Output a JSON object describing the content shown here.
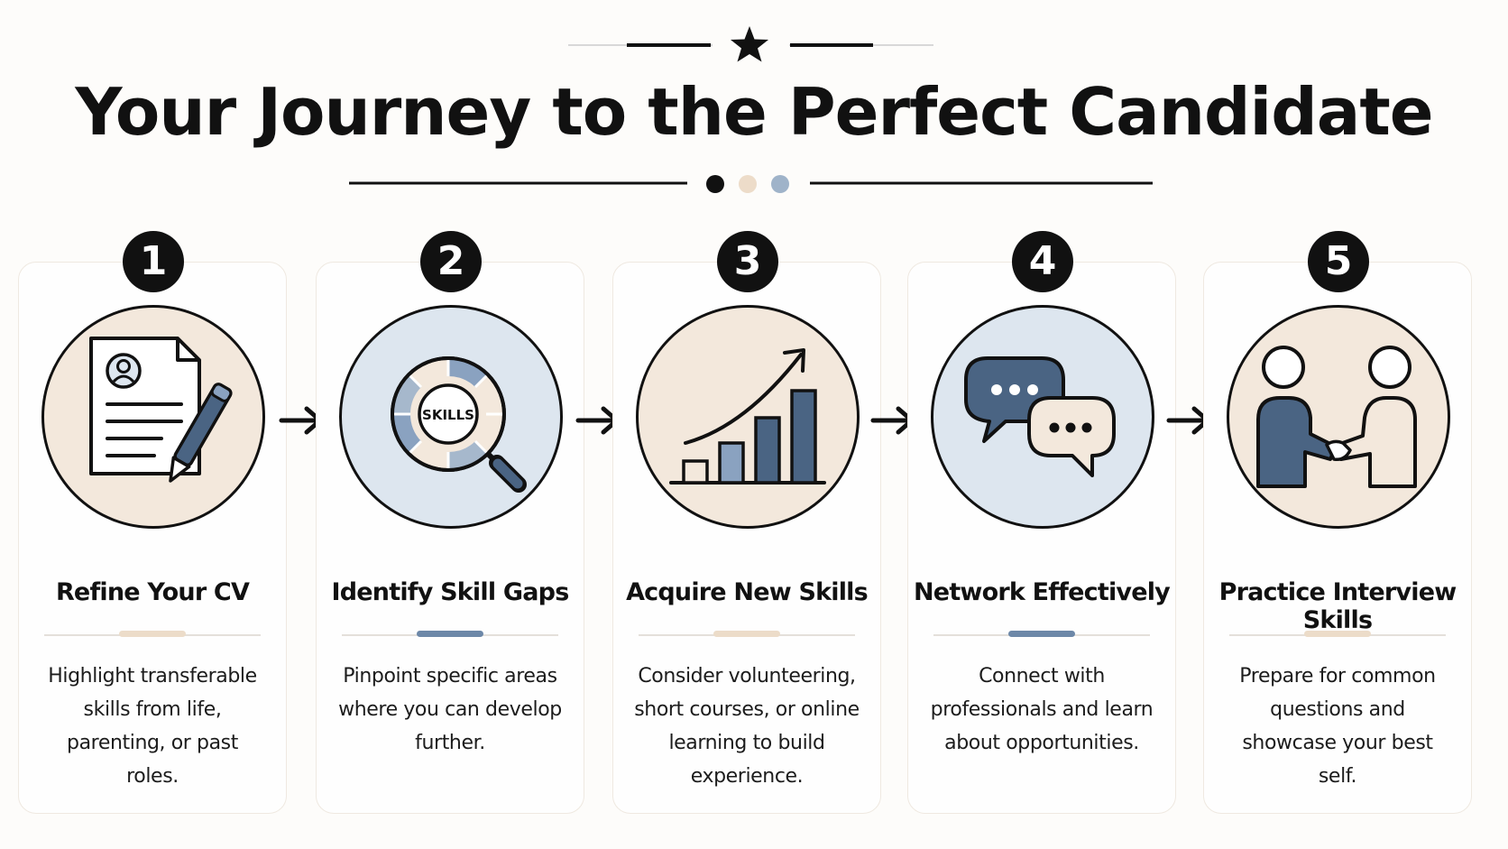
{
  "title": "Your Journey to the Perfect Candidate",
  "colors": {
    "ink": "#111111",
    "beige": "#f3e8dc",
    "light_blue": "#dde6ef",
    "slate": "#4a6483",
    "slate_light": "#8aa2c0",
    "accent_beige": "#ecdcc9",
    "accent_blue": "#6d88a8"
  },
  "steps": [
    {
      "number": "1",
      "title": "Refine Your CV",
      "description": "Highlight transferable skills from life, parenting, or past roles.",
      "icon": "cv-pen-icon",
      "accent": "beige"
    },
    {
      "number": "2",
      "title": "Identify Skill Gaps",
      "description": "Pinpoint specific areas where you can develop further.",
      "icon": "skills-magnifier-icon",
      "icon_label": "SKILLS",
      "accent": "blue"
    },
    {
      "number": "3",
      "title": "Acquire New Skills",
      "description": "Consider volunteering, short courses, or online learning to build experience.",
      "icon": "growth-chart-icon",
      "accent": "beige"
    },
    {
      "number": "4",
      "title": "Network Effectively",
      "description": "Connect with professionals and learn about opportunities.",
      "icon": "chat-bubbles-icon",
      "accent": "blue"
    },
    {
      "number": "5",
      "title": "Practice Interview Skills",
      "description": "Prepare for common questions and showcase your best self.",
      "icon": "handshake-icon",
      "accent": "beige"
    }
  ]
}
